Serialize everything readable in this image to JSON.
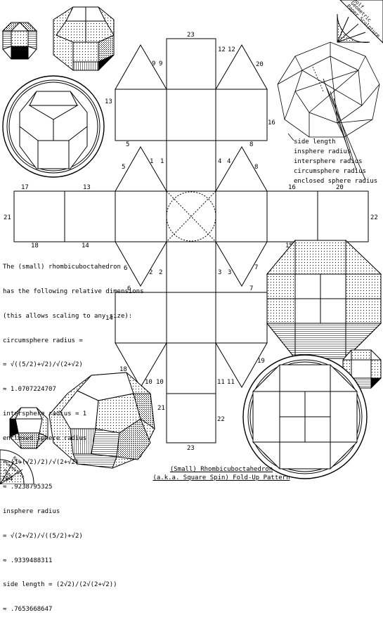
{
  "title": "(Small) Rhombicuboctahedron",
  "subtitle": "(a.k.a. Square Spin) Fold-Up Pattern",
  "stamp_top": [
    "Rolf",
    "Geometric",
    "Paper Sculpture"
  ],
  "stamp_bottom": [
    "Rolf",
    "Geometric",
    "Paper"
  ],
  "page_number": "204",
  "dimension_labels": {
    "side_length": "side length",
    "insphere_radius": "insphere radius",
    "intersphere_radius": "intersphere radius",
    "circumsphere_radius": "circumsphere radius",
    "enclosed_sphere_radius": "enclosed sphere radius"
  },
  "info_lines": [
    "The (small) rhombicuboctahedron",
    "has the following relative dimensions",
    "(this allows scaling to any size):",
    "circumsphere radius =",
    "= √((5/2)+√2)/√(2+√2)",
    "≈ 1.0707224707",
    "intersphere radius = 1",
    "enclosed sphere radius",
    "= (1+(√2)/2)/√(2+√2)",
    "≈ .9238795325",
    "insphere radius",
    "= √(2+√2)/√((5/2)+√2)",
    "≈ .9339488311",
    "side length = (2√2)/(2√(2+√2))",
    "≈ .7653668647"
  ],
  "edge_labels": [
    {
      "id": "e23a",
      "text": "23"
    },
    {
      "id": "e12a",
      "text": "12"
    },
    {
      "id": "e12b",
      "text": "12"
    },
    {
      "id": "e9a",
      "text": "9"
    },
    {
      "id": "e9b",
      "text": "9"
    },
    {
      "id": "e13a",
      "text": "13"
    },
    {
      "id": "e20a",
      "text": "20"
    },
    {
      "id": "e16a",
      "text": "16"
    },
    {
      "id": "e5a",
      "text": "5"
    },
    {
      "id": "e8a",
      "text": "8"
    },
    {
      "id": "e5b",
      "text": "5"
    },
    {
      "id": "e1a",
      "text": "1"
    },
    {
      "id": "e1b",
      "text": "1"
    },
    {
      "id": "e4a",
      "text": "4"
    },
    {
      "id": "e4b",
      "text": "4"
    },
    {
      "id": "e8b",
      "text": "8"
    },
    {
      "id": "e17a",
      "text": "17"
    },
    {
      "id": "e13b",
      "text": "13"
    },
    {
      "id": "e16b",
      "text": "16"
    },
    {
      "id": "e20b",
      "text": "20"
    },
    {
      "id": "e21a",
      "text": "21"
    },
    {
      "id": "e22a",
      "text": "22"
    },
    {
      "id": "e18a",
      "text": "18"
    },
    {
      "id": "e14a",
      "text": "14"
    },
    {
      "id": "e19a",
      "text": "19"
    },
    {
      "id": "e15a",
      "text": "15"
    },
    {
      "id": "e6a",
      "text": "6"
    },
    {
      "id": "e2a",
      "text": "2"
    },
    {
      "id": "e2b",
      "text": "2"
    },
    {
      "id": "e3a",
      "text": "3"
    },
    {
      "id": "e3b",
      "text": "3"
    },
    {
      "id": "e7a",
      "text": "7"
    },
    {
      "id": "e6b",
      "text": "6"
    },
    {
      "id": "e7b",
      "text": "7"
    },
    {
      "id": "e14b",
      "text": "14"
    },
    {
      "id": "e18b",
      "text": "18"
    },
    {
      "id": "e10a",
      "text": "10"
    },
    {
      "id": "e10b",
      "text": "10"
    },
    {
      "id": "e11a",
      "text": "11"
    },
    {
      "id": "e11b",
      "text": "11"
    },
    {
      "id": "e19b",
      "text": "19"
    },
    {
      "id": "e21b",
      "text": "21"
    },
    {
      "id": "e22b",
      "text": "22"
    },
    {
      "id": "e23b",
      "text": "23"
    },
    {
      "id": "e15b",
      "text": "15"
    },
    {
      "id": "e17b",
      "text": "17"
    }
  ]
}
